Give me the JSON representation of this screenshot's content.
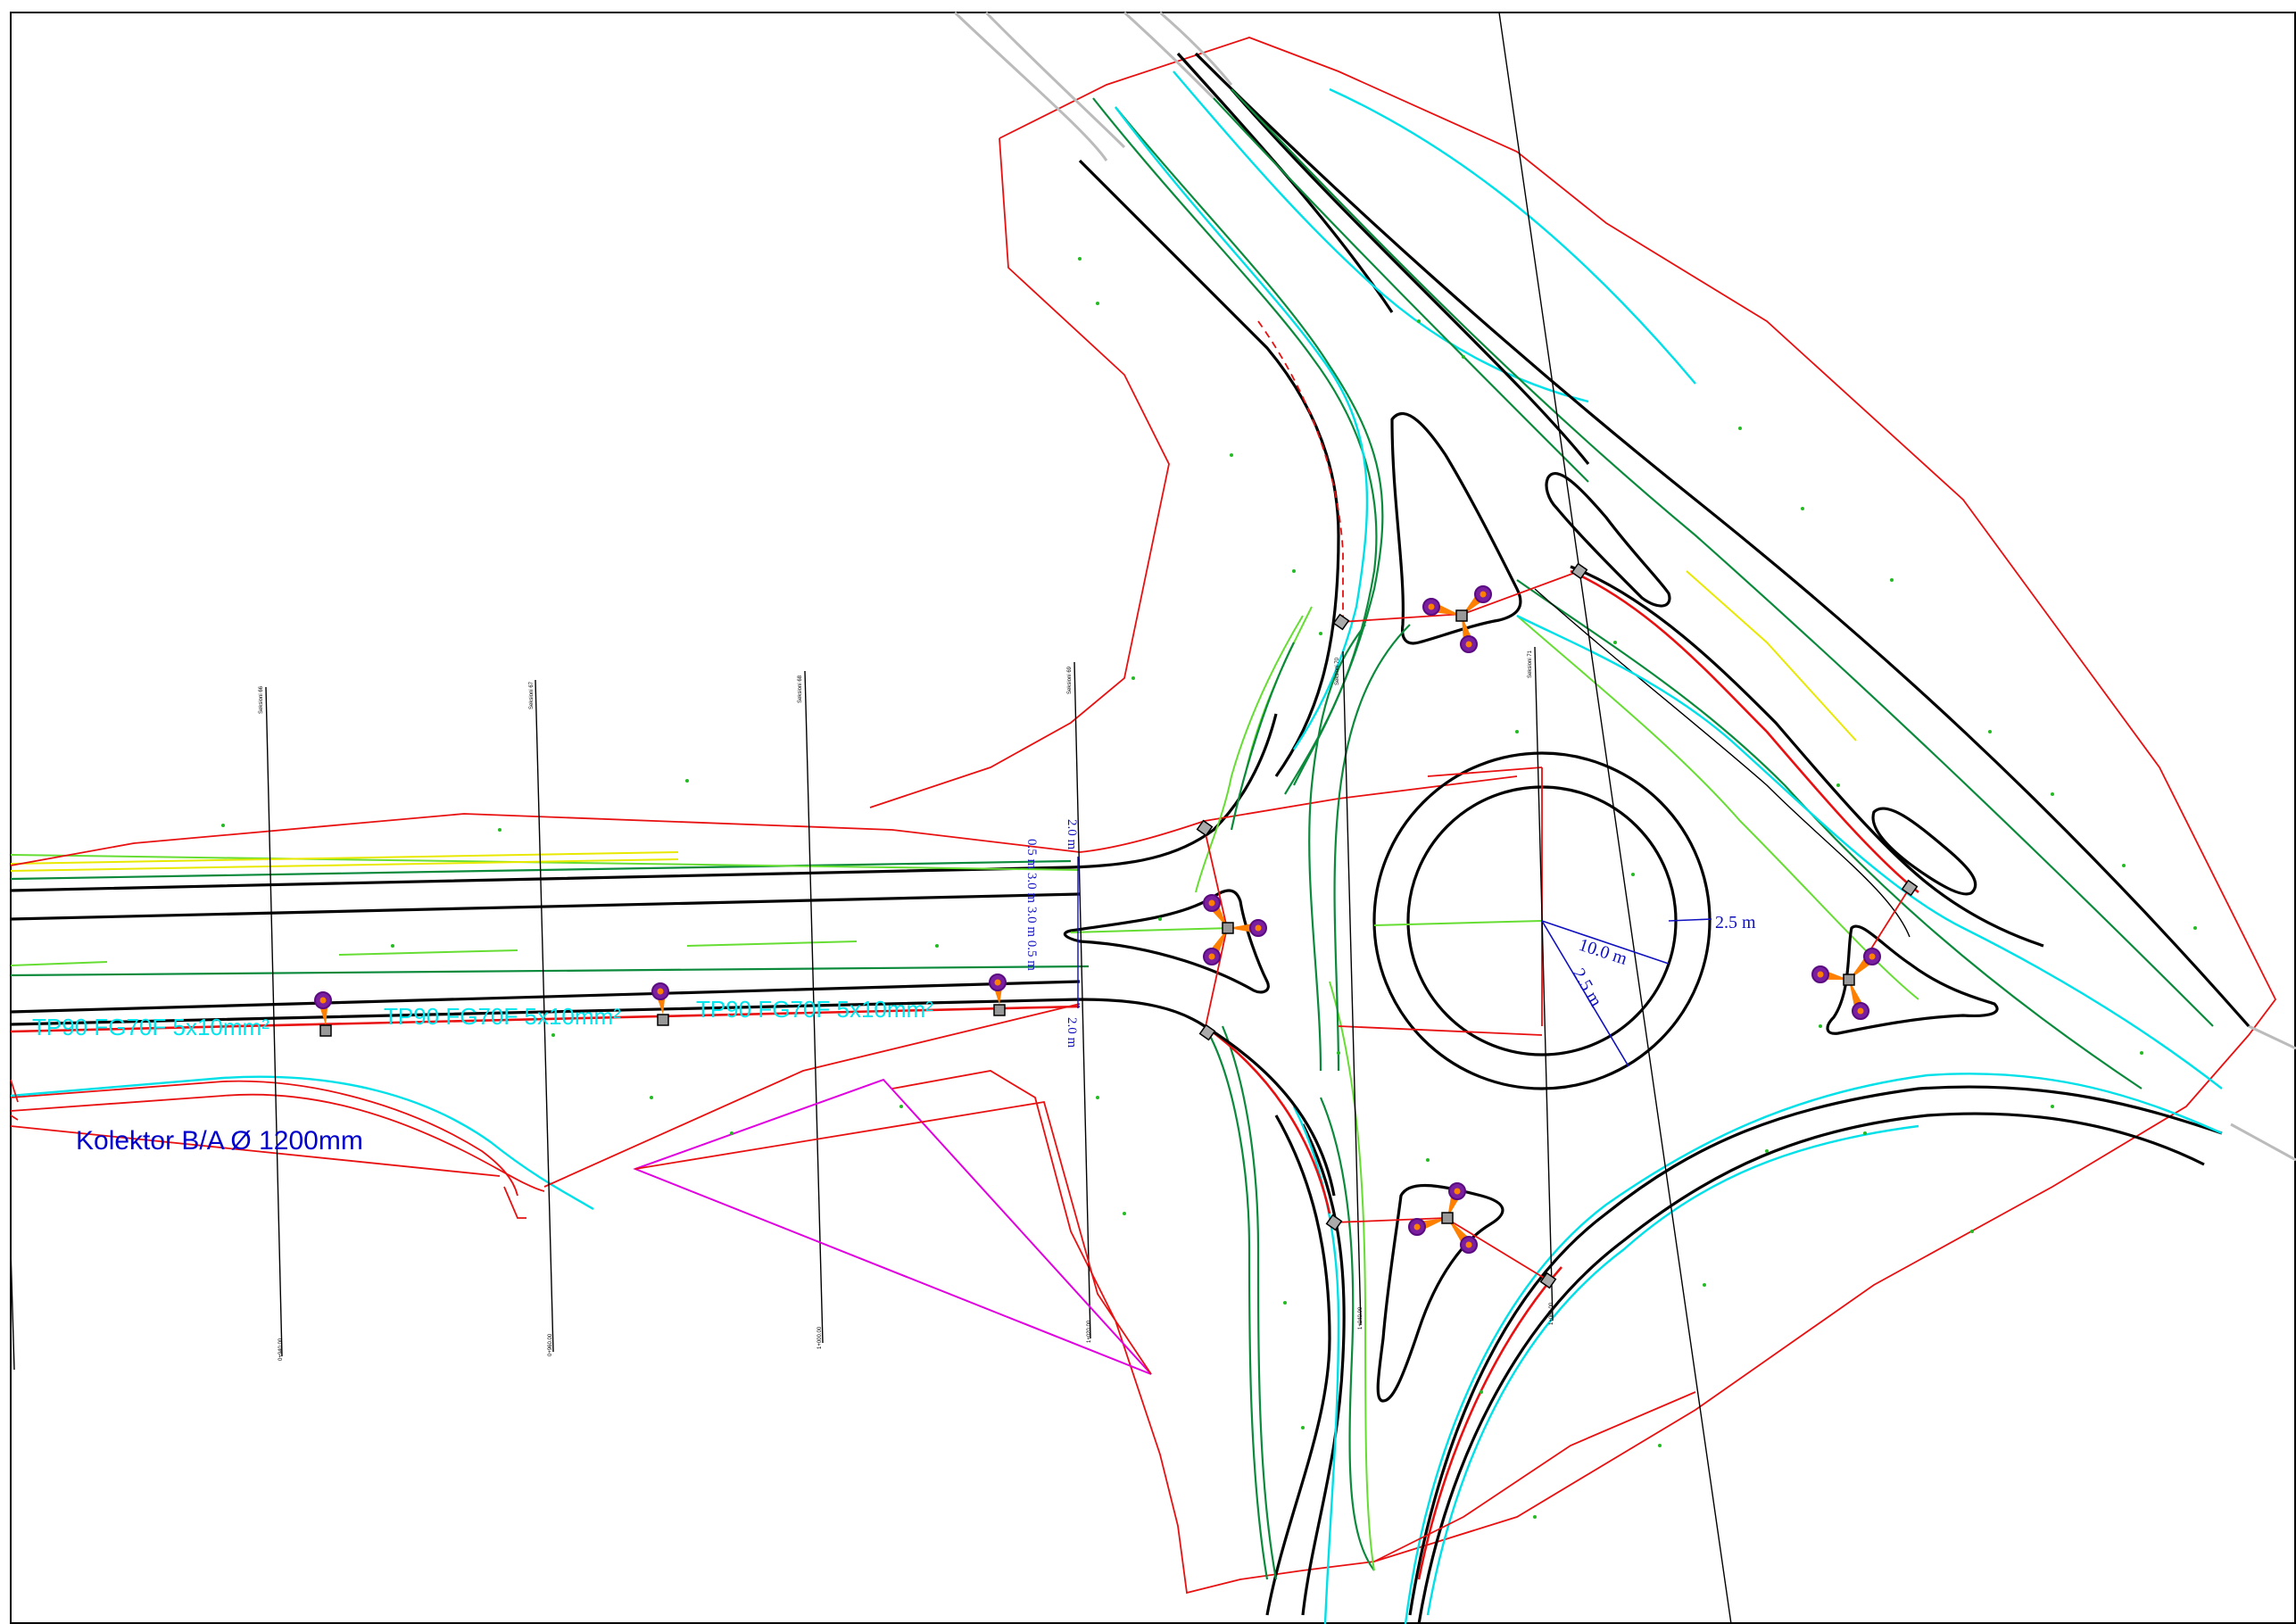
{
  "labels": {
    "cable_1": "TP90 FG70F 5x10mm²",
    "cable_2": "TP90 FG70F 5x10mm²",
    "cable_3": "TP90 FG70F 5x10mm²",
    "collector": "Kolektor B/A Ø 1200mm"
  },
  "dimensions": {
    "radius_inner": "10.0 m",
    "ring_width_a": "2.5 m",
    "ring_width_b": "2.5 m",
    "upper_offset": "2.0 m",
    "lower_offset": "2.0 m",
    "cross_section": "0.5 m 3.0 m 3.0 m 0.5 m"
  },
  "sections": [
    {
      "top": "Seksioni 66",
      "bottom": "0+940.00"
    },
    {
      "top": "Seksioni 67",
      "bottom": "0+960.00"
    },
    {
      "top": "Seksioni 68",
      "bottom": "1+000.00"
    },
    {
      "top": "Seksioni 69",
      "bottom": "1+020.00"
    },
    {
      "top": "Seksioni 70",
      "bottom": "1+040.00"
    },
    {
      "top": "Seksioni 71",
      "bottom": "1+060.00"
    }
  ],
  "colors": {
    "road_edge": "#000000",
    "cable": "#e81010",
    "green_edge": "#0b8a3c",
    "light_green": "#66dd33",
    "cyan": "#00e0e8",
    "label_cyan": "#00e5ee",
    "dimension_blue": "#1010c0",
    "lamp_purple": "#7a1fa0",
    "lamp_orange": "#ff7f00",
    "magenta": "#e000e0"
  }
}
